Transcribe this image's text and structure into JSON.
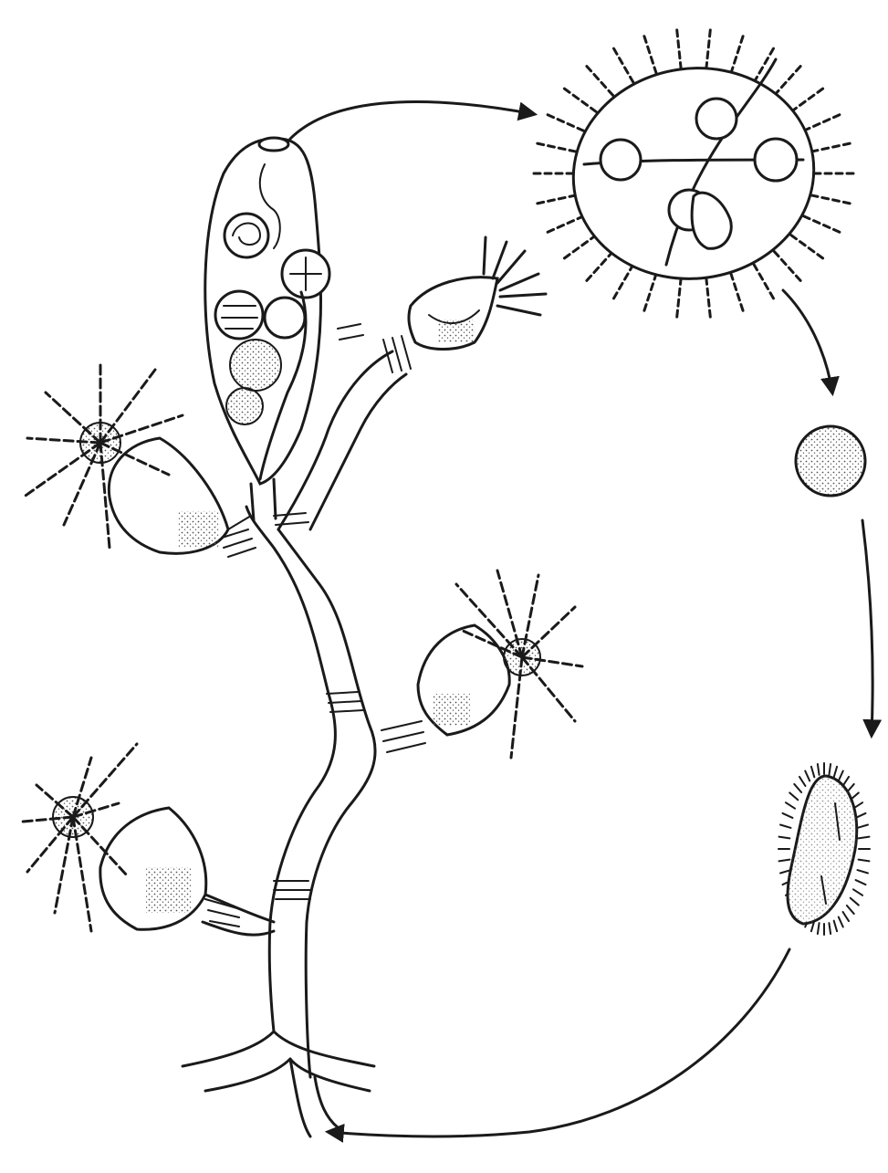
{
  "diagram": {
    "stages": [
      {
        "id": "hydroid-colony",
        "icon": "hydroid-colony-icon"
      },
      {
        "id": "gonangium",
        "icon": "gonangium-icon"
      },
      {
        "id": "medusa",
        "icon": "medusa-icon"
      },
      {
        "id": "zygote",
        "icon": "zygote-icon"
      },
      {
        "id": "planula",
        "icon": "planula-icon"
      }
    ],
    "arrows": [
      {
        "from": "gonangium",
        "to": "medusa"
      },
      {
        "from": "medusa",
        "to": "zygote"
      },
      {
        "from": "zygote",
        "to": "planula"
      },
      {
        "from": "planula",
        "to": "hydroid-colony"
      }
    ],
    "colors": {
      "ink": "#1a1a1a",
      "background": "#ffffff",
      "stipple": "#555555"
    }
  }
}
